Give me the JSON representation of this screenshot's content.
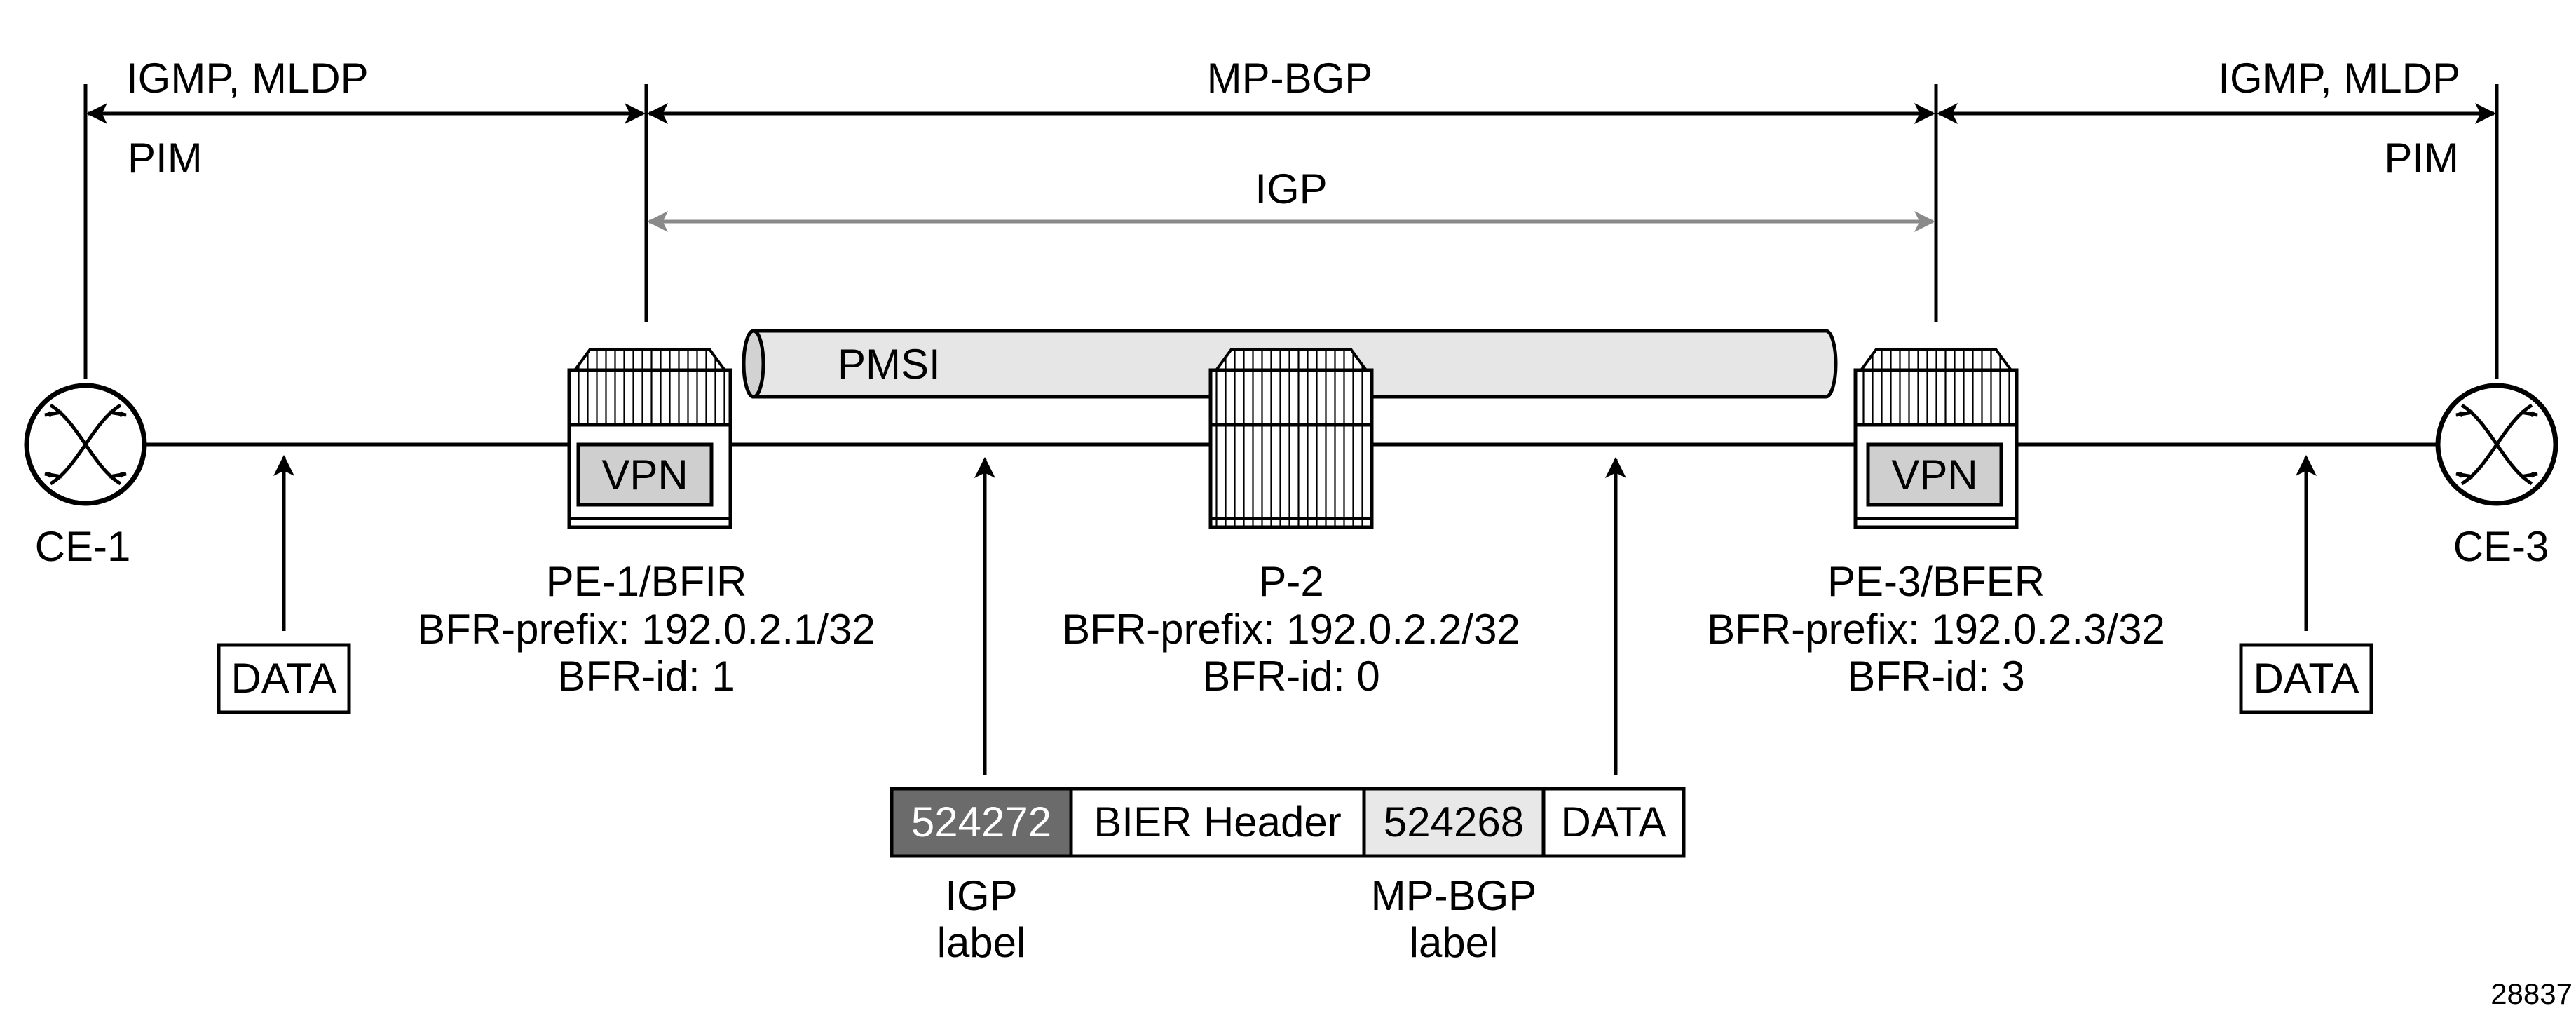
{
  "top_labels": {
    "left_top": "IGMP, MLDP",
    "left_bottom": "PIM",
    "middle": "MP-BGP",
    "igp": "IGP",
    "right_top": "IGMP, MLDP",
    "right_bottom": "PIM"
  },
  "tunnel": {
    "label": "PMSI"
  },
  "nodes": {
    "ce1": {
      "name": "CE-1"
    },
    "ce3": {
      "name": "CE-3"
    },
    "pe1": {
      "vpn": "VPN",
      "name": "PE-1/BFIR",
      "prefix": "BFR-prefix: 192.0.2.1/32",
      "id": "BFR-id: 1"
    },
    "p2": {
      "name": "P-2",
      "prefix": "BFR-prefix: 192.0.2.2/32",
      "id": "BFR-id: 0"
    },
    "pe3": {
      "vpn": "VPN",
      "name": "PE-3/BFER",
      "prefix": "BFR-prefix: 192.0.2.3/32",
      "id": "BFR-id: 3"
    }
  },
  "data_boxes": {
    "left": "DATA",
    "right": "DATA"
  },
  "packet": {
    "igp_label_value": "524272",
    "bier_header": "BIER Header",
    "mpbgp_label_value": "524268",
    "data": "DATA"
  },
  "captions": {
    "igp_line1": "IGP",
    "igp_line2": "label",
    "mpbgp_line1": "MP-BGP",
    "mpbgp_line2": "label"
  },
  "figure_number": "28837",
  "colors": {
    "igp_label_fill": "#6b6b6b",
    "mpbgp_label_fill": "#e8e8e8",
    "tunnel_fill": "#e6e6e6",
    "igp_arrow": "#8a8a8a"
  }
}
